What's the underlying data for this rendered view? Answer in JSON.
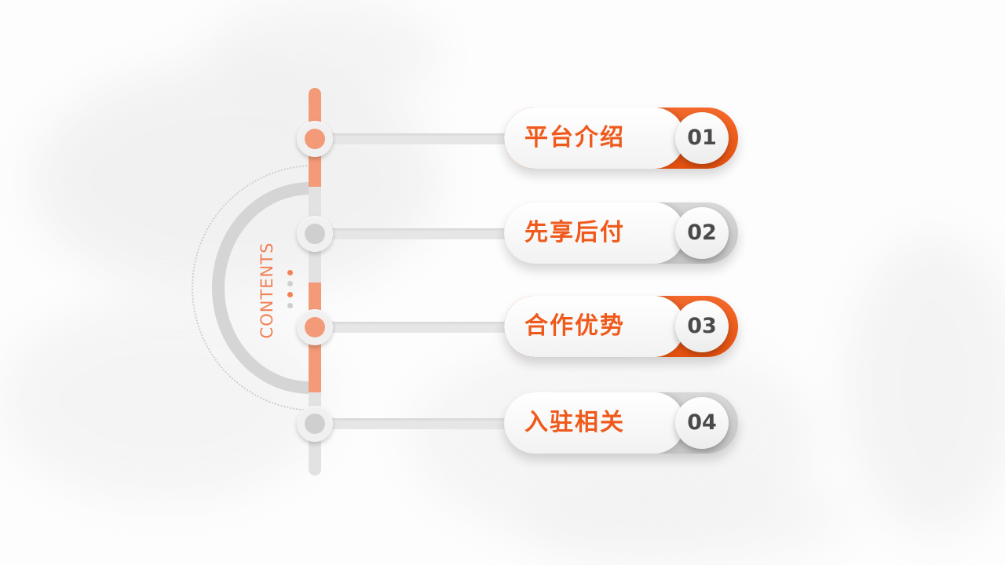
{
  "side_label": "CONTENTS",
  "colors": {
    "accent": "#f15a1a",
    "accent_light": "#f39a78",
    "track_gray": "#e2e2e2",
    "neutral_gray": "#cdcdcd",
    "node_gray": "#cfcfcf"
  },
  "items": [
    {
      "label": "平台介绍",
      "number": "01",
      "style": "accent"
    },
    {
      "label": "先享后付",
      "number": "02",
      "style": "neutral"
    },
    {
      "label": "合作优势",
      "number": "03",
      "style": "accent"
    },
    {
      "label": "入驻相关",
      "number": "04",
      "style": "neutral"
    }
  ]
}
